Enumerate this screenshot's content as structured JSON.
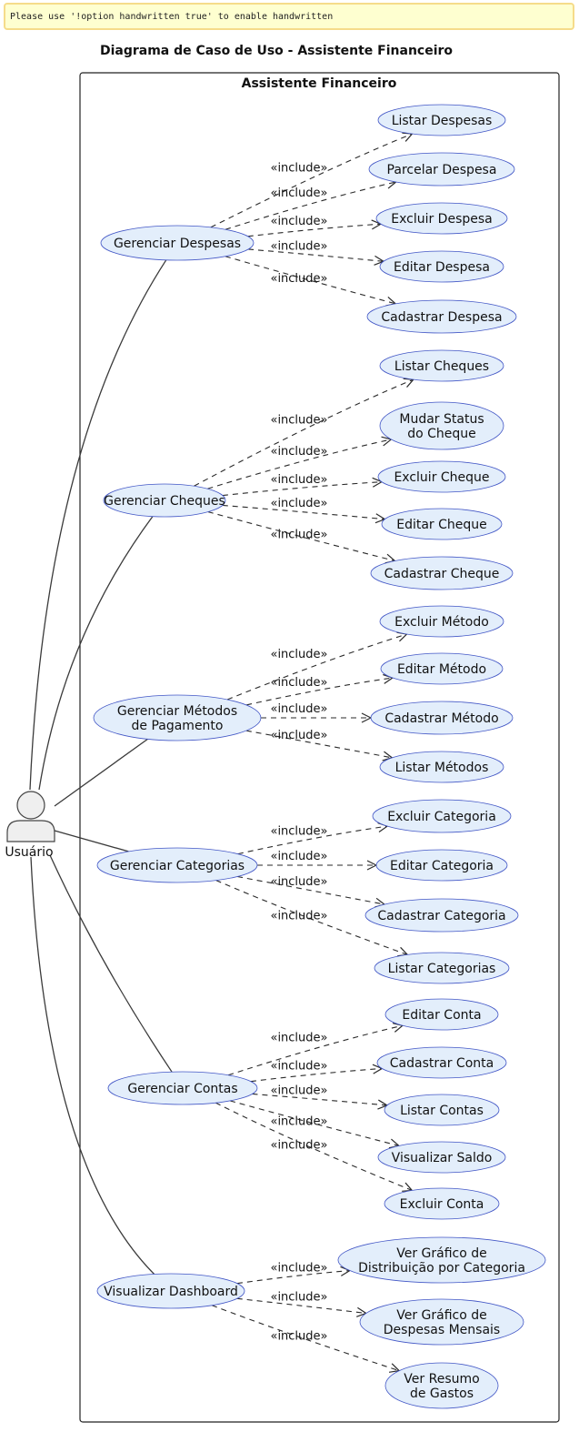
{
  "note": "Please use '!option handwritten true' to enable handwritten",
  "title": "Diagrama de Caso de Uso - Assistente Financeiro",
  "system_name": "Assistente Financeiro",
  "actor": "Usuário",
  "include_label": "«include»",
  "colors": {
    "usecase_fill": "#E3EEFB",
    "usecase_border": "#4357C6",
    "note_fill": "#FEFFD0"
  },
  "groups": [
    {
      "id": "despesas",
      "lines": [
        "Gerenciar Despesas"
      ],
      "includes": [
        {
          "lines": [
            "Listar Despesas"
          ]
        },
        {
          "lines": [
            "Parcelar Despesa"
          ]
        },
        {
          "lines": [
            "Excluir Despesa"
          ]
        },
        {
          "lines": [
            "Editar Despesa"
          ]
        },
        {
          "lines": [
            "Cadastrar Despesa"
          ]
        }
      ]
    },
    {
      "id": "cheques",
      "lines": [
        "Gerenciar Cheques"
      ],
      "includes": [
        {
          "lines": [
            "Listar Cheques"
          ]
        },
        {
          "lines": [
            "Mudar Status",
            "do Cheque"
          ]
        },
        {
          "lines": [
            "Excluir Cheque"
          ]
        },
        {
          "lines": [
            "Editar Cheque"
          ]
        },
        {
          "lines": [
            "Cadastrar Cheque"
          ]
        }
      ]
    },
    {
      "id": "metodos",
      "lines": [
        "Gerenciar Métodos",
        "de Pagamento"
      ],
      "includes": [
        {
          "lines": [
            "Excluir Método"
          ]
        },
        {
          "lines": [
            "Editar Método"
          ]
        },
        {
          "lines": [
            "Cadastrar Método"
          ]
        },
        {
          "lines": [
            "Listar Métodos"
          ]
        }
      ]
    },
    {
      "id": "categorias",
      "lines": [
        "Gerenciar Categorias"
      ],
      "includes": [
        {
          "lines": [
            "Excluir Categoria"
          ]
        },
        {
          "lines": [
            "Editar Categoria"
          ]
        },
        {
          "lines": [
            "Cadastrar Categoria"
          ]
        },
        {
          "lines": [
            "Listar Categorias"
          ]
        }
      ]
    },
    {
      "id": "contas",
      "lines": [
        "Gerenciar Contas"
      ],
      "includes": [
        {
          "lines": [
            "Editar Conta"
          ]
        },
        {
          "lines": [
            "Cadastrar Conta"
          ]
        },
        {
          "lines": [
            "Listar Contas"
          ]
        },
        {
          "lines": [
            "Visualizar Saldo"
          ]
        },
        {
          "lines": [
            "Excluir Conta"
          ]
        }
      ]
    },
    {
      "id": "dashboard",
      "lines": [
        "Visualizar Dashboard"
      ],
      "includes": [
        {
          "lines": [
            "Ver Gráfico de",
            "Distribuição por Categoria"
          ]
        },
        {
          "lines": [
            "Ver Gráfico de",
            "Despesas Mensais"
          ]
        },
        {
          "lines": [
            "Ver Resumo",
            "de Gastos"
          ]
        }
      ]
    }
  ]
}
